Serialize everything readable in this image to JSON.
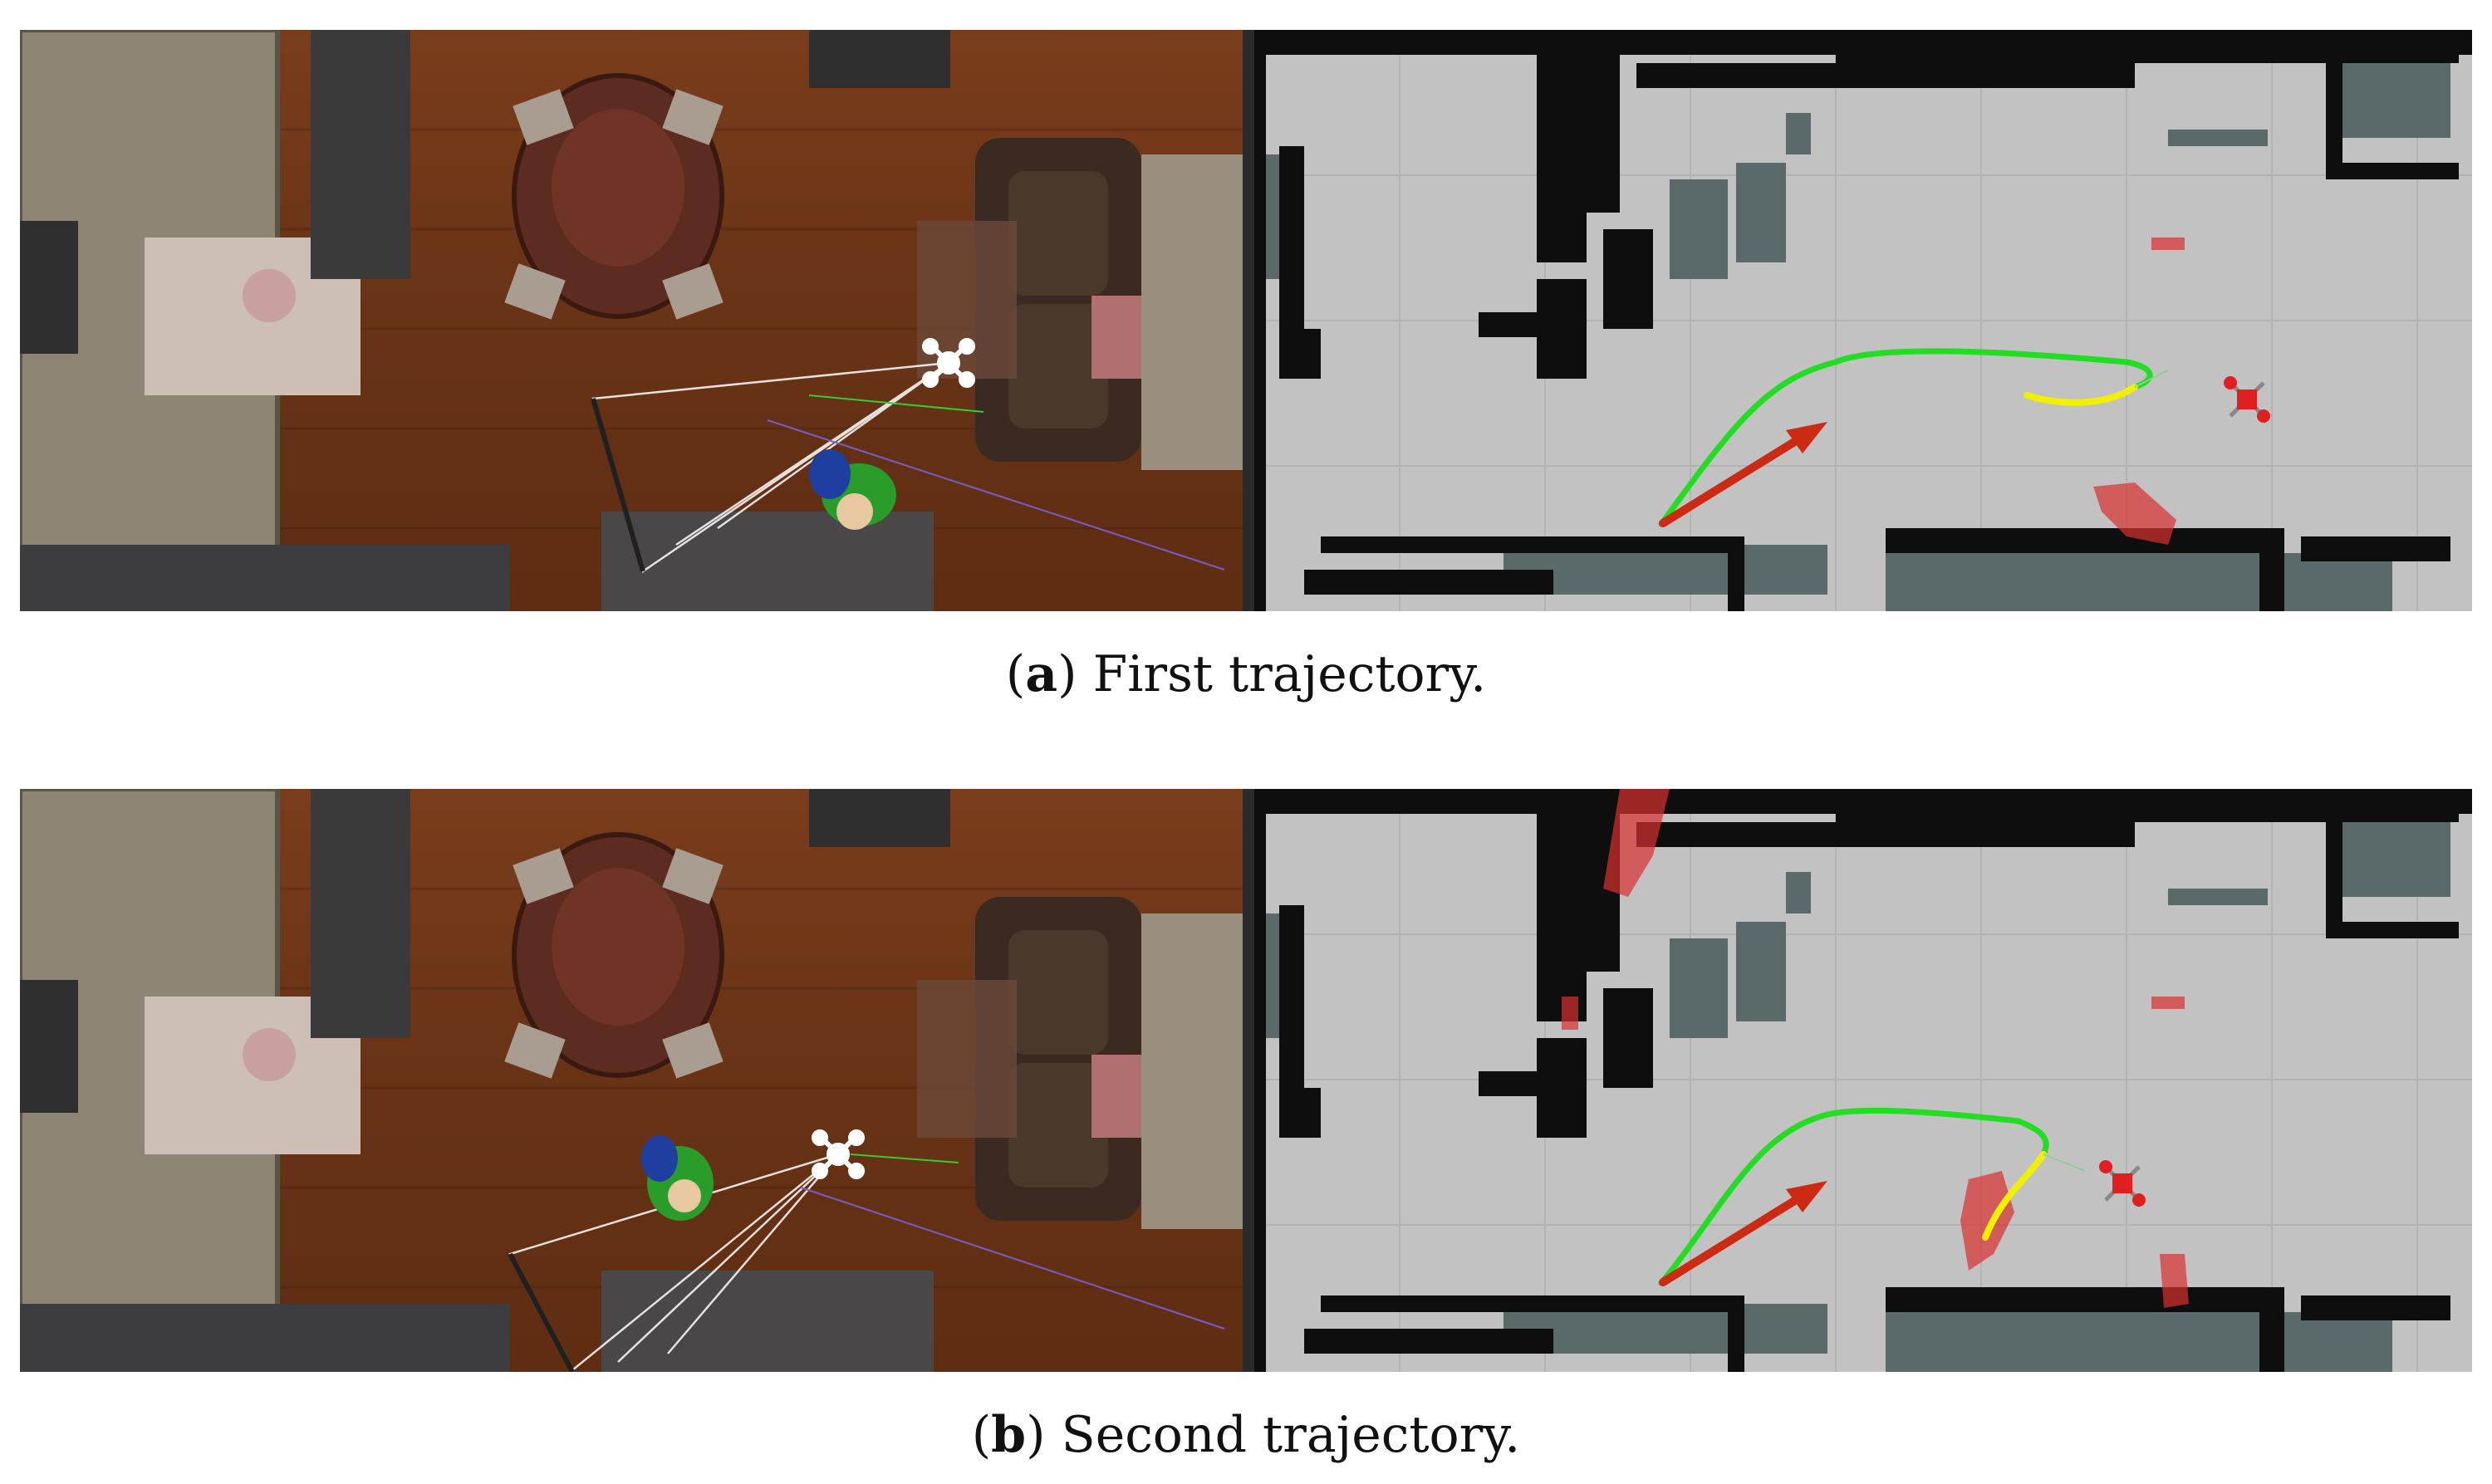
{
  "figures": [
    {
      "label": "a",
      "caption": "First trajectory.",
      "sim_view_icons": [
        "drone-icon",
        "person-icon",
        "dining-table-icon",
        "sofa-icon"
      ],
      "map_view_icons": [
        "drone-icon",
        "goal-arrow-icon"
      ]
    },
    {
      "label": "b",
      "caption": "Second trajectory.",
      "sim_view_icons": [
        "drone-icon",
        "person-icon",
        "dining-table-icon",
        "sofa-icon"
      ],
      "map_view_icons": [
        "drone-icon",
        "goal-arrow-icon"
      ]
    }
  ],
  "colors": {
    "planned_path": "#22dd22",
    "current_path": "#f0f000",
    "goal_arrow": "#cc2a12",
    "obstacle": "#0e0e0e",
    "inflated_obstacle": "#5a6a6a",
    "dynamic_obstacle": "#d83030",
    "free_space": "#c2c2c2",
    "floor": "#6b3416"
  }
}
